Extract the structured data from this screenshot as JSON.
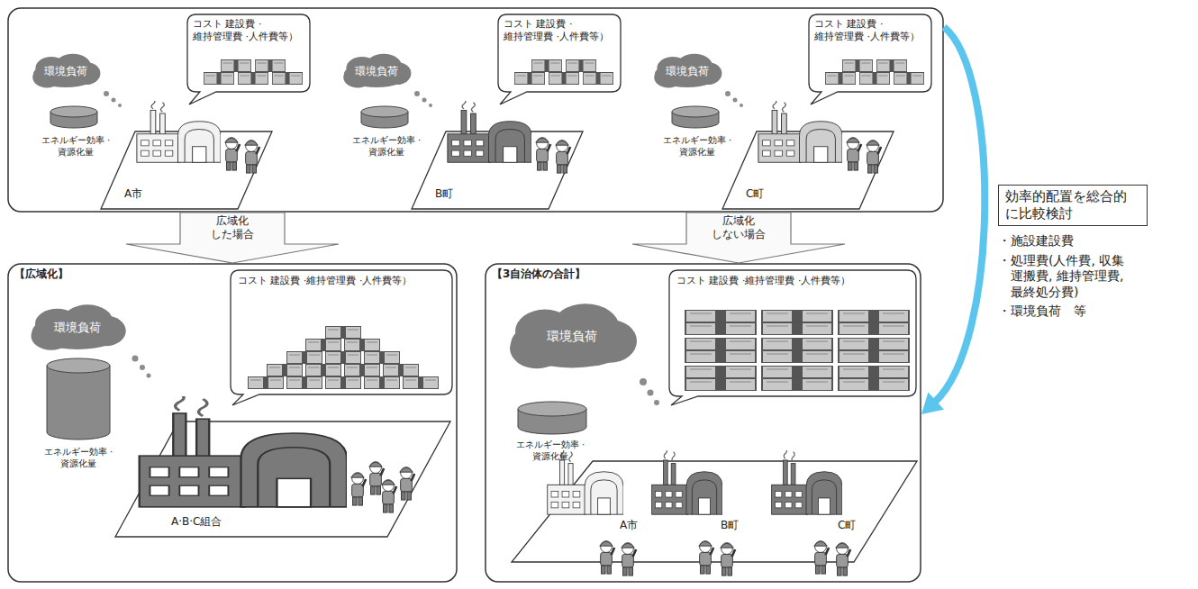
{
  "diagram": {
    "nodes": [
      {
        "text": []
      },
      {
        "text": [
          "環境負荷"
        ],
        "in": 0
      },
      {
        "text": [
          "コスト 建設費 ·維持管理費 ·人件費等）"
        ],
        "in": 0
      },
      {
        "text": [
          "A市"
        ],
        "in": 0
      },
      {
        "text": [
          "環境負荷"
        ],
        "in": 0
      },
      {
        "text": [
          "コスト 建設費 ·維持管理費 ·人件費等）"
        ],
        "in": 0
      },
      {
        "text": [
          "B町"
        ],
        "in": 0
      },
      {
        "text": [
          "環境負荷"
        ],
        "in": 0
      },
      {
        "text": [
          "コスト 建設費 ·維持管理費 ·人件費等）"
        ],
        "in": 0
      },
      {
        "text": [
          "C町"
        ],
        "in": 0
      },
      {
        "text": [
          "【広域化】"
        ]
      },
      {
        "text": [
          "環境負荷"
        ],
        "in": 10
      },
      {
        "text": [
          "コスト 建設費 ·維持管理費 ·人件費等）"
        ],
        "in": 10
      },
      {
        "text": [
          "A·B·C組合"
        ],
        "in": 10
      },
      {
        "text": [
          "【3自治体の合計】"
        ]
      },
      {
        "text": [
          "環境負荷"
        ],
        "in": 14
      },
      {
        "text": [
          "コスト 建設費 ·維持管理費 ·人件費等）"
        ],
        "in": 14
      },
      {
        "text": [
          "A市",
          "B町",
          "C町"
        ],
        "in": 14
      },
      {
        "text": [
          "効率的配置を総合的 に比較検討"
        ]
      }
    ],
    "edges": [
      {
        "from": 0,
        "to": 10,
        "label": "広域化 した場合",
        "arrow": "to"
      },
      {
        "from": 0,
        "to": 14,
        "label": "広域化 しない場合",
        "arrow": "to"
      },
      {
        "from": 0,
        "to": 14,
        "arrow": "to"
      }
    ],
    "labels": [
      "エネルギー効率 ·資源化量",
      "エネルギー効率 ·資源化量",
      "エネルギー効率 ·資源化量",
      "エネルギー効率 ·資源化量",
      "エネルギー効率 ·資源化量",
      "・施設建設費",
      "・処理費(人件費, 収集 運搬費, 維持管理費, 最終処分費)",
      "・環境負荷　等"
    ]
  }
}
